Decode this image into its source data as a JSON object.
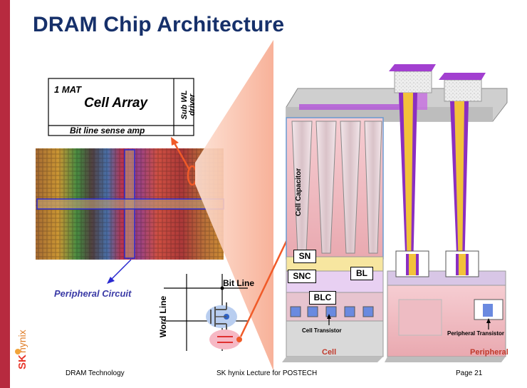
{
  "slide": {
    "title": "DRAM Chip Architecture",
    "accent_color": "#b72a3f",
    "title_color": "#16306a"
  },
  "mat": {
    "label": "1 MAT",
    "array": "Cell Array",
    "sense": "Bit line sense amp",
    "driver": "Sub WL driver"
  },
  "die": {
    "peripheral": "Peripheral Circuit"
  },
  "schematic": {
    "bit_line": "Bit Line",
    "word_line": "Word Line"
  },
  "cross_section": {
    "capacitor": "Cell Capacitor",
    "sn": "SN",
    "snc": "SNC",
    "bl": "BL",
    "blc": "BLC",
    "cell_transistor": "Cell Transistor",
    "cell": "Cell",
    "peripheral_transistor": "Peripheral Transistor",
    "peripheral": "Peripheral"
  },
  "logo": {
    "text": "SK hynix"
  },
  "footer": {
    "left": "DRAM Technology",
    "center": "SK hynix Lecture for POSTECH",
    "right": "Page 21"
  }
}
